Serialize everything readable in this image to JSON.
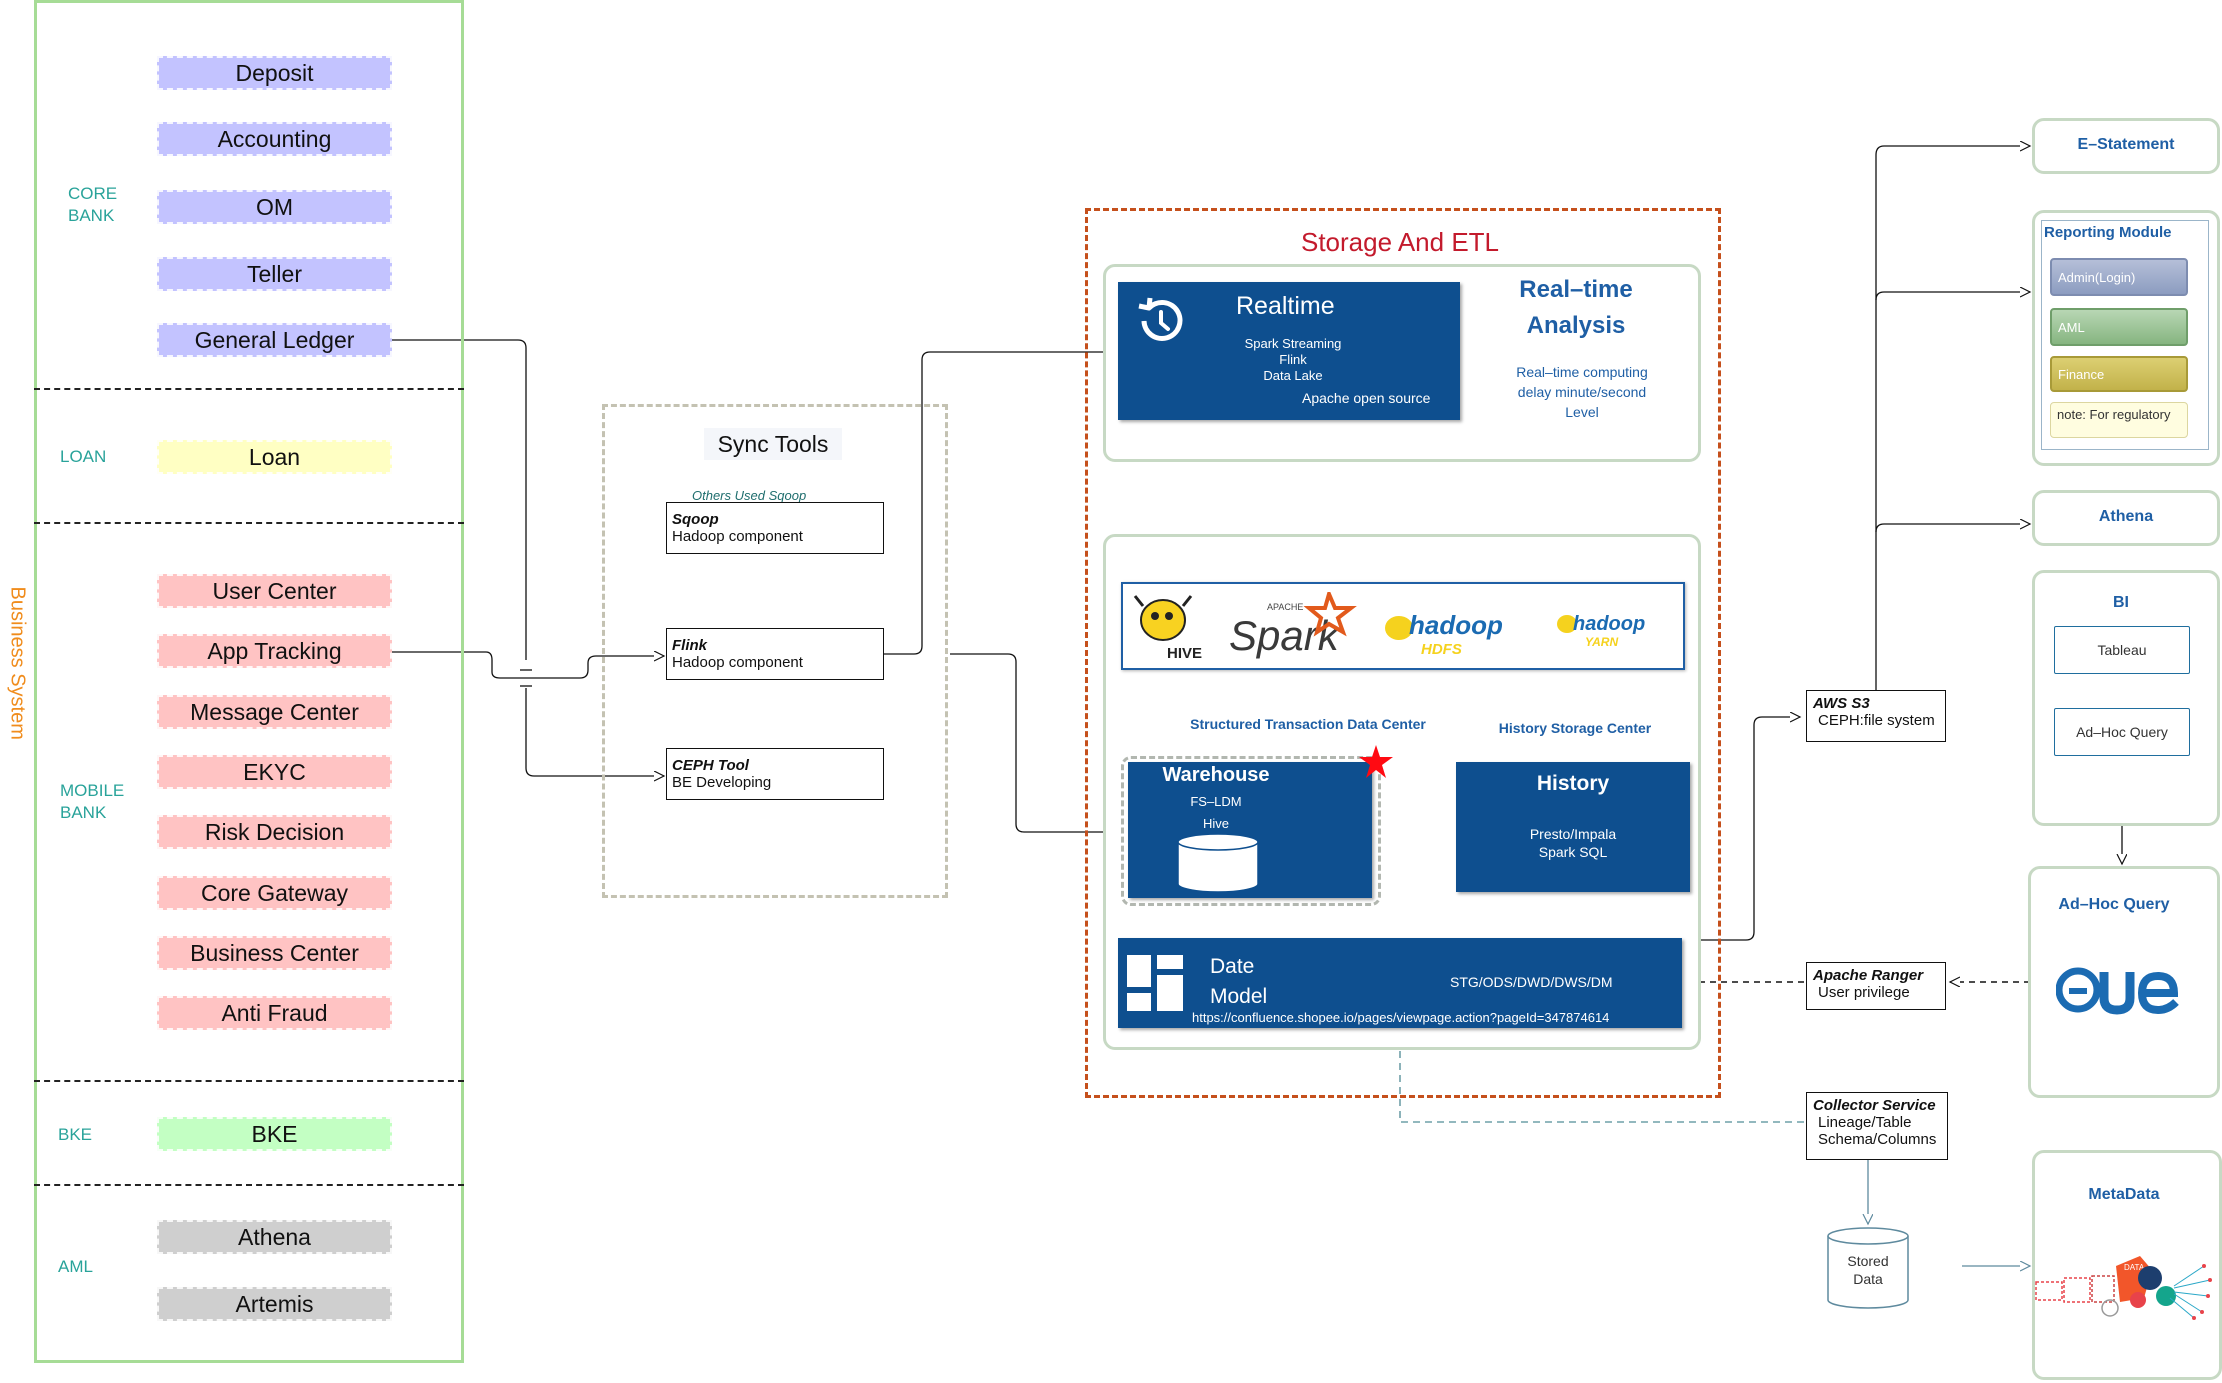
{
  "left_panel": {
    "side_label": "Business System",
    "groups": {
      "core_bank": "CORE\nBANK",
      "loan": "LOAN",
      "mobile_bank": "MOBILE\nBANK",
      "bke": "BKE",
      "aml": "AML"
    },
    "core_bank_items": [
      "Deposit",
      "Accounting",
      "OM",
      "Teller",
      "General Ledger"
    ],
    "loan_items": [
      "Loan"
    ],
    "mobile_bank_items": [
      "User Center",
      "App Tracking",
      "Message Center",
      "EKYC",
      "Risk Decision",
      "Core Gateway",
      "Business Center",
      "Anti Fraud"
    ],
    "bke_items": [
      "BKE"
    ],
    "aml_items": [
      "Athena",
      "Artemis"
    ],
    "colors": {
      "core": "#c3c3ff",
      "loan": "#ffffc3",
      "mobile": "#ffc3c3",
      "bke": "#c3ffc3",
      "aml": "#cfcfcf"
    }
  },
  "sync_tools": {
    "title": "Sync Tools",
    "caption": "Others Used Sqoop",
    "tools": [
      {
        "name": "Sqoop",
        "desc": "Hadoop component"
      },
      {
        "name": "Flink",
        "desc": "Hadoop component"
      },
      {
        "name": "CEPH Tool",
        "desc": "BE Developing"
      }
    ]
  },
  "storage": {
    "title": "Storage And ETL",
    "realtime": {
      "title": "Realtime",
      "lines": [
        "Spark Streaming",
        "Flink",
        "Data Lake"
      ],
      "footer": "Apache open source",
      "analysis_title": "Real–time\nAnalysis",
      "analysis_desc": "Real–time computing\ndelay minute/second\nLevel",
      "icon": "history-clock-icon"
    },
    "logos": [
      "HIVE",
      "Spark",
      "hadoop HDFS",
      "hadoop YARN"
    ],
    "structured_label": "Structured Transaction Data Center",
    "history_label": "History Storage Center",
    "warehouse": {
      "title": "Warehouse",
      "line1": "FS–LDM",
      "line2": "Hive",
      "icon": "database-icon"
    },
    "history": {
      "title": "History",
      "line1": "Presto/Impala",
      "line2": "Spark SQL"
    },
    "date_model": {
      "title": "Date\nModel",
      "layers": "STG/ODS/DWD/DWS/DM",
      "url": "https://confluence.shopee.io/pages/viewpage.action?pageId=347874614",
      "icon": "dashboard-grid-icon"
    }
  },
  "middle_right": {
    "aws": {
      "name": "AWS S3",
      "desc": "CEPH:file system"
    },
    "ranger": {
      "name": "Apache Ranger",
      "desc": "User privilege"
    },
    "collector": {
      "name": "Collector Service",
      "desc": "Lineage/Table\nSchema/Columns"
    },
    "stored": "Stored\nData"
  },
  "right_panel": {
    "estatement": "E–Statement",
    "reporting": {
      "title": "Reporting Module",
      "items": [
        "Admin(Login)",
        "AML",
        "Finance"
      ],
      "note": "note: For regulatory"
    },
    "athena": "Athena",
    "bi": {
      "title": "BI",
      "items": [
        "Tableau",
        "Ad–Hoc Query"
      ]
    },
    "adhoc": {
      "title": "Ad–Hoc Query",
      "logo": "HUe"
    },
    "metadata": {
      "title": "MetaData",
      "logo_text": "DATA"
    }
  }
}
